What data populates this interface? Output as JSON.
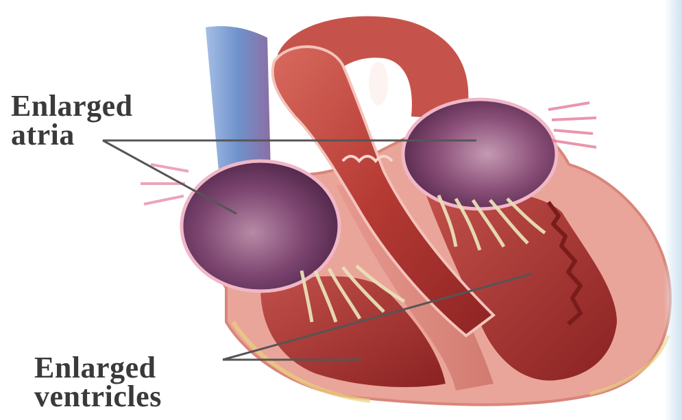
{
  "labels": {
    "atria": {
      "line1": "Enlarged",
      "line2": "atria"
    },
    "ventricles": {
      "line1": "Enlarged",
      "line2": "ventricles"
    }
  },
  "colors": {
    "muscle_dark": "#8e2424",
    "muscle": "#b8433c",
    "muscle_light": "#d9857b",
    "pericardium": "#f0b9b0",
    "atrium_purple": "#6e3a66",
    "atrium_light": "#b88aa6",
    "vein_blue": "#5f86c6",
    "fat_yellow": "#e8d27a",
    "valve_cream": "#e8e0b8",
    "leader_line": "#555555",
    "label_text": "#3a3a3a"
  }
}
